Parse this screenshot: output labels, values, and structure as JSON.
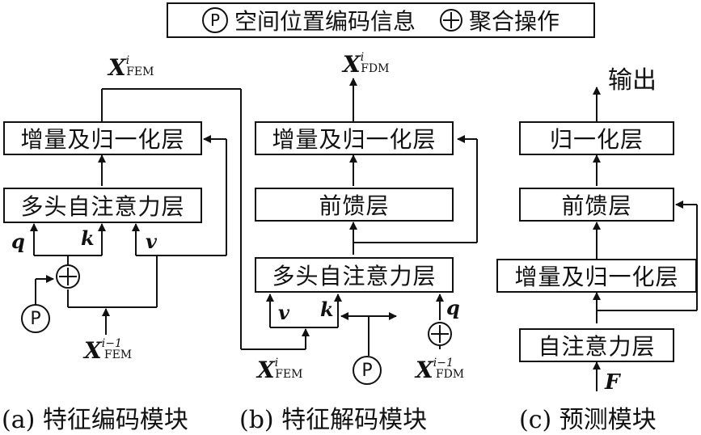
{
  "legend": {
    "p_symbol": "P",
    "p_text": "空间位置编码信息",
    "plus_text": "聚合操作"
  },
  "encoder": {
    "caption": "(a) 特征编码模块",
    "add_norm": "增量及归一化层",
    "mha": "多头自注意力层",
    "q": "q",
    "k": "k",
    "v": "v",
    "p": "P",
    "in_base": "X",
    "in_sup": "i−1",
    "in_sub": "FEM",
    "out_base": "X",
    "out_sup": "i",
    "out_sub": "FEM"
  },
  "decoder": {
    "caption": "(b) 特征解码模块",
    "add_norm": "增量及归一化层",
    "ffn": "前馈层",
    "mha": "多头自注意力层",
    "v": "v",
    "k": "k",
    "q": "q",
    "p": "P",
    "fem_base": "X",
    "fem_sup": "i",
    "fem_sub": "FEM",
    "fdm_in_base": "X",
    "fdm_in_sup": "i−1",
    "fdm_in_sub": "FDM",
    "out_base": "X",
    "out_sup": "i",
    "out_sub": "FDM"
  },
  "predict": {
    "caption": "(c) 预测模块",
    "output": "输出",
    "norm": "归一化层",
    "ffn": "前馈层",
    "add_norm": "增量及归一化层",
    "self_attn": "自注意力层",
    "input": "F"
  }
}
